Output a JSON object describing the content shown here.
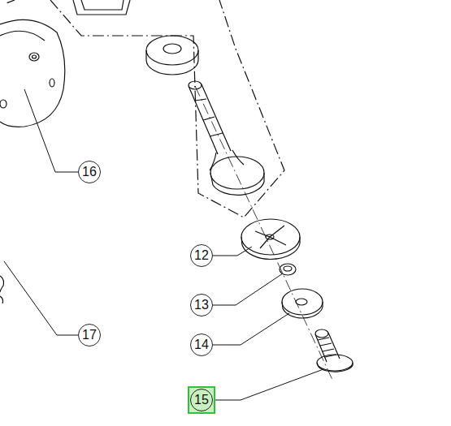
{
  "diagram": {
    "labels": [
      "16",
      "12",
      "13",
      "17",
      "14",
      "15"
    ]
  }
}
